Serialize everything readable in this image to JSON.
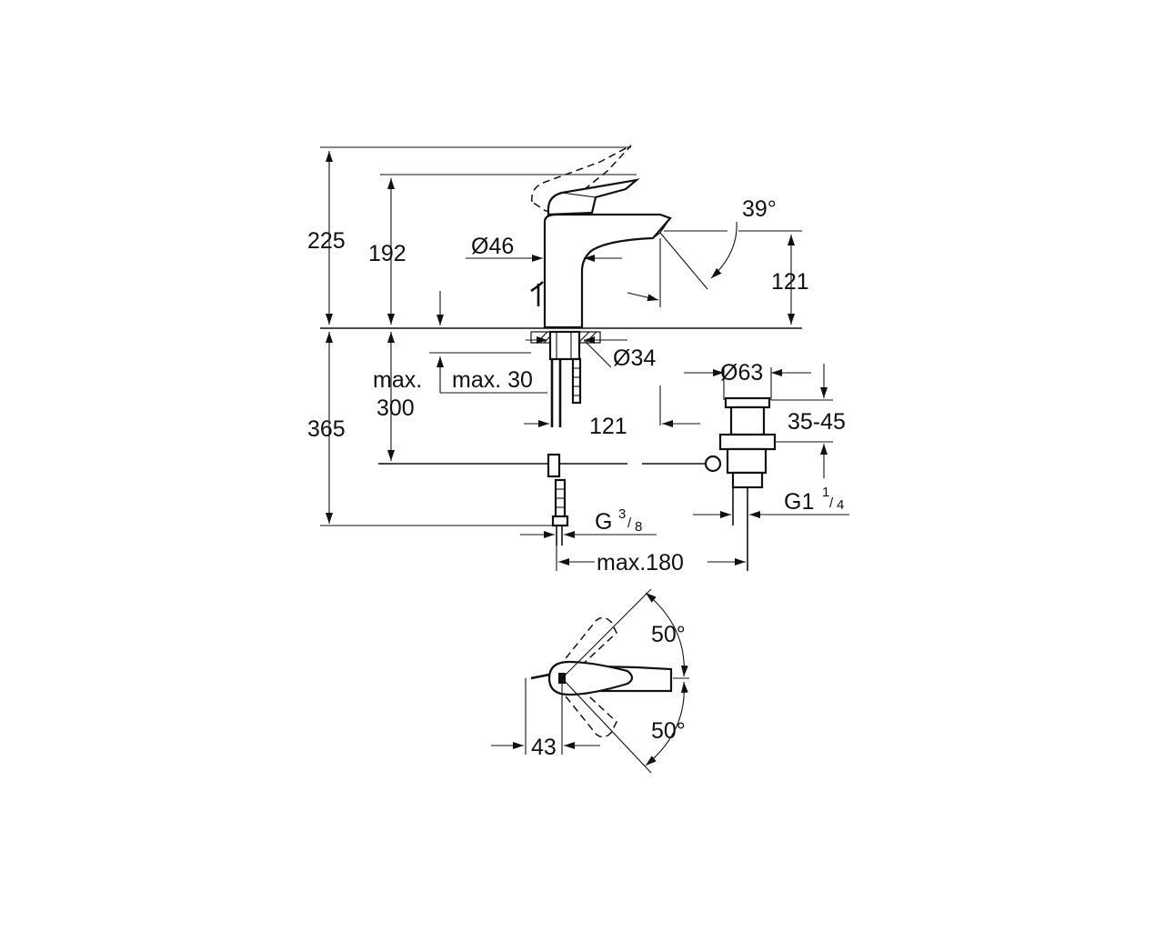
{
  "drawing": {
    "labels": {
      "height_lever": "225",
      "height_top": "192",
      "body_diameter": "Ø46",
      "spout_angle": "39°",
      "spout_height": "121",
      "mount_diameter": "Ø34",
      "depth_total": "365",
      "depth_max_prefix": "max.",
      "depth_max_value": "300",
      "thread_length": "max. 30",
      "spout_reach": "121",
      "waste_diameter": "Ø63",
      "waste_range": "35-45",
      "waste_thread_main": "G1",
      "waste_thread_num": "1",
      "waste_thread_den": "4",
      "supply_thread_main": "G",
      "supply_thread_num": "3",
      "supply_thread_den": "8",
      "pull_rod_max": "max.180",
      "rotation_up": "50°",
      "rotation_down": "50°",
      "lever_offset": "43"
    }
  }
}
